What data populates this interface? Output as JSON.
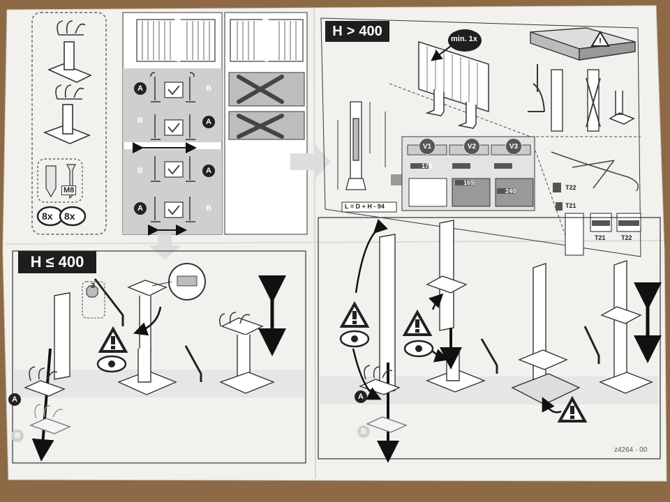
{
  "colors": {
    "cardboard": "#8d6a45",
    "paper": "#f2f1ee",
    "ink": "#222222",
    "band": "#dcdcdc",
    "accent_gray": "#9a9a9a"
  },
  "sections": {
    "top_right_header": {
      "label_h": "H",
      "label_rel": ">",
      "label_val": "400"
    },
    "bottom_left_header": {
      "label_h": "H",
      "label_rel": "≤",
      "label_val": "400"
    }
  },
  "legend": {
    "m8": "M8",
    "qty_left": "8x",
    "qty_right": "8x"
  },
  "badges": {
    "a": "A",
    "b": "B"
  },
  "tool_size": "3",
  "callouts": {
    "min_one": "min. 1x",
    "length_formula": "L = D + H - 94",
    "v1": "V1",
    "v2": "V2",
    "v3": "V3",
    "v1_dim": "175",
    "v2_dim": "165",
    "v3_dim": "240",
    "t22_a": "T22",
    "t21_a": "T21",
    "t21_b": "T21",
    "t22_b": "T22"
  },
  "doc_code": "z4264 - 00",
  "icons": [
    "warning-icon",
    "eye-icon",
    "arrow-double-vertical-icon",
    "hex-key-icon",
    "check-icon",
    "cross-icon",
    "arrow-double-horizontal-icon"
  ]
}
